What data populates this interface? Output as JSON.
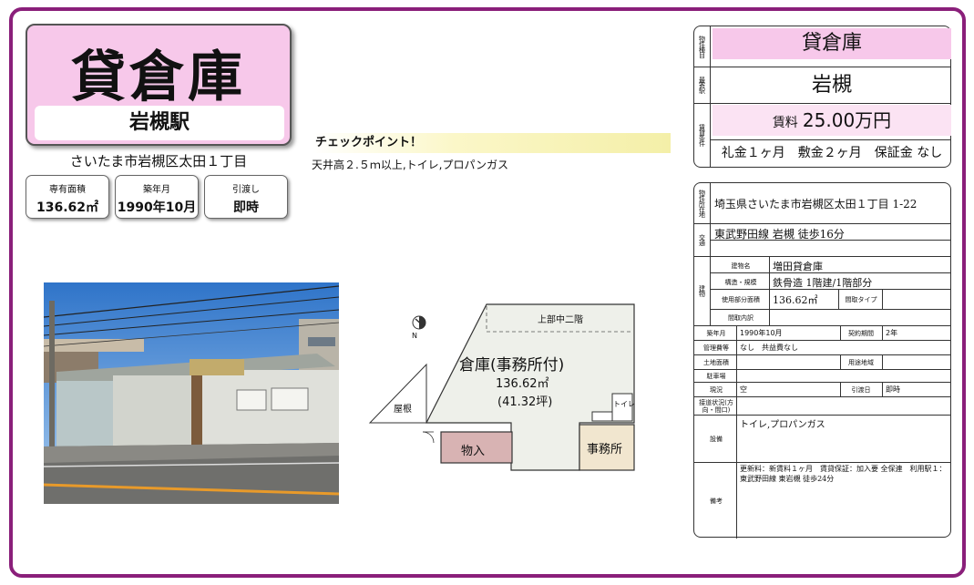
{
  "header": {
    "type_title": "貸倉庫",
    "station_title": "岩槻駅",
    "address": "さいたま市岩槻区太田１丁目"
  },
  "stats": [
    {
      "label": "専有面積",
      "value": "136.62㎡"
    },
    {
      "label": "築年月",
      "value": "1990年10月"
    },
    {
      "label": "引渡し",
      "value": "即時"
    }
  ],
  "checkpoint": {
    "title": "チェックポイント！",
    "text": "天井高２.５ｍ以上,トイレ,プロパンガス"
  },
  "floorplan": {
    "compass": "N",
    "mezzanine": "上部中二階",
    "warehouse": "倉庫(事務所付)",
    "area_m2": "136.62㎡",
    "area_tsubo": "(41.32坪)",
    "roof": "屋根",
    "storage": "物入",
    "office": "事務所",
    "toilet": "トイレ"
  },
  "summary": {
    "label_type": "物件種目",
    "label_station": "最寄駅",
    "label_terms": "賃貸条件",
    "type": "貸倉庫",
    "station": "岩槻",
    "rent_label": "賃料",
    "rent_value": "25.00万円",
    "conditions": "礼金１ヶ月　敷金２ヶ月　保証金 なし"
  },
  "details": {
    "label_address": "物件所在地",
    "address": "埼玉県さいたま市岩槻区太田１丁目 1-22",
    "label_transport": "交通",
    "transport": "東武野田線 岩槻 徒歩16分",
    "label_building": "建物",
    "label_building_name": "建物名",
    "building_name": "増田貸倉庫",
    "label_structure": "構造・規模",
    "structure": "鉄骨造 1階建/1階部分",
    "label_area": "使用部分面積",
    "area": "136.62㎡",
    "label_layout_type": "間取タイプ",
    "label_layout_detail": "間取内訳",
    "label_built": "築年月",
    "built": "1990年10月",
    "label_contract": "契約期間",
    "contract": "2年",
    "label_fees": "管理費等",
    "fees": "なし　共益費なし",
    "label_land_area": "土地面積",
    "label_zoning": "用途地域",
    "label_parking": "駐車場",
    "label_status": "現況",
    "status": "空",
    "label_handover": "引渡日",
    "handover": "即時",
    "label_road": "接道状況(方向・間口)",
    "label_facilities": "設備",
    "facilities": "トイレ,プロパンガス",
    "label_remarks": "備考",
    "remarks_1": "更新料：新賃料１ヶ月　賃貸保証：加入要 全保連　利用駅１：",
    "remarks_2": "東武野田線 東岩槻 徒歩24分"
  }
}
